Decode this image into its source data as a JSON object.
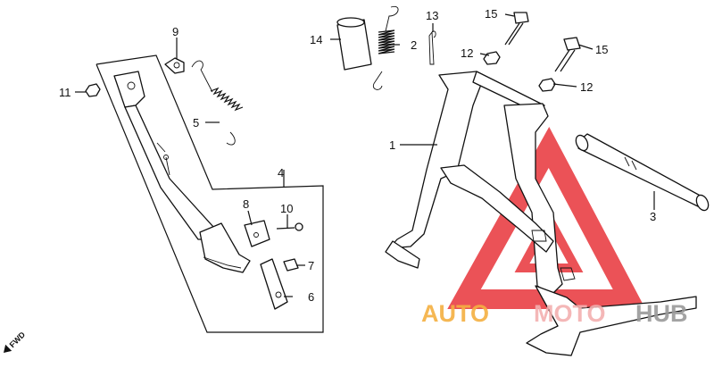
{
  "diagram": {
    "callouts": [
      "1",
      "2",
      "3",
      "4",
      "5",
      "6",
      "7",
      "8",
      "9",
      "10",
      "11",
      "12",
      "12",
      "13",
      "14",
      "15",
      "15"
    ],
    "direction_label": "FWD"
  },
  "watermark": {
    "brand": "AUTOMOTOHUB",
    "colors": {
      "triangle": "#e8343a",
      "orange": "#f5b041",
      "pink": "#f3b0b0",
      "grey": "#9a9a9a"
    }
  }
}
